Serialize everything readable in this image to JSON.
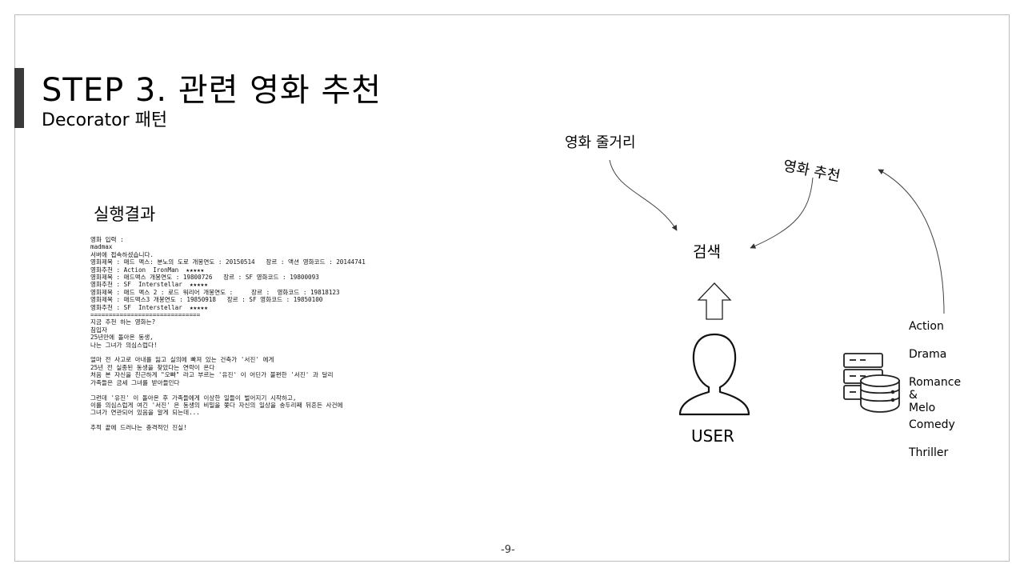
{
  "slide": {
    "title": "STEP 3. 관련 영화 추천",
    "subtitle": "Decorator 패턴",
    "page_number": "-9-"
  },
  "result": {
    "heading": "실행결과",
    "console_lines": [
      "영화 입력 :",
      "madmax",
      "서버에 접속하셨습니다.",
      "영화제목 : 매드 맥스: 분노의 도로 개봉연도 : 20150514   장르 : 액션 영화코드 : 20144741",
      "영화추천 : Action  IronMan  ★★★★★",
      "영화제목 : 매드맥스 개봉연도 : 19800726   장르 : SF 영화코드 : 19800093",
      "영화추천 : SF  Interstellar  ★★★★★",
      "영화제목 : 매드 맥스 2 : 로드 워리어 개봉연도 :     장르 :  영화코드 : 19818123",
      "영화제목 : 매드맥스3 개봉연도 : 19850918   장르 : SF 영화코드 : 19850100",
      "영화추천 : SF  Interstellar  ★★★★★",
      "==============================",
      "지금 추천 하는 영화는?",
      "침입자",
      "25년만에 돌아온 동생,",
      "나는 그녀가 의심스럽다!",
      "",
      "얼마 전 사고로 아내를 잃고 실의에 빠져 있는 건축가 '서진' 에게",
      "25년 전 실종된 동생을 찾았다는 연락이 온다",
      "처음 본 자신을 친근하게 \"오빠\" 라고 부르는 '유진' 이 어딘가 불편한 '서진' 과 달리",
      "가족들은 금세 그녀를 받아들인다",
      "",
      "그런데 '유진' 이 돌아온 후 가족들에게 이상한 일들이 벌어지기 시작하고,",
      "이를 의심스럽게 여긴 '서진' 은 동생의 비밀을 쫓다 자신의 일상을 송두리째 뒤흔든 사건에",
      "그녀가 연관되어 있음을 알게 되는데...",
      "",
      "추적 끝에 드러나는 충격적인 진실!"
    ]
  },
  "diagram": {
    "plot_label": "영화 줄거리",
    "recommend_label": "영화 추천",
    "search_label": "검색",
    "user_label": "USER",
    "genres": [
      "Action",
      "Drama",
      "Romance &\nMelo",
      "Comedy",
      "Thriller"
    ]
  }
}
